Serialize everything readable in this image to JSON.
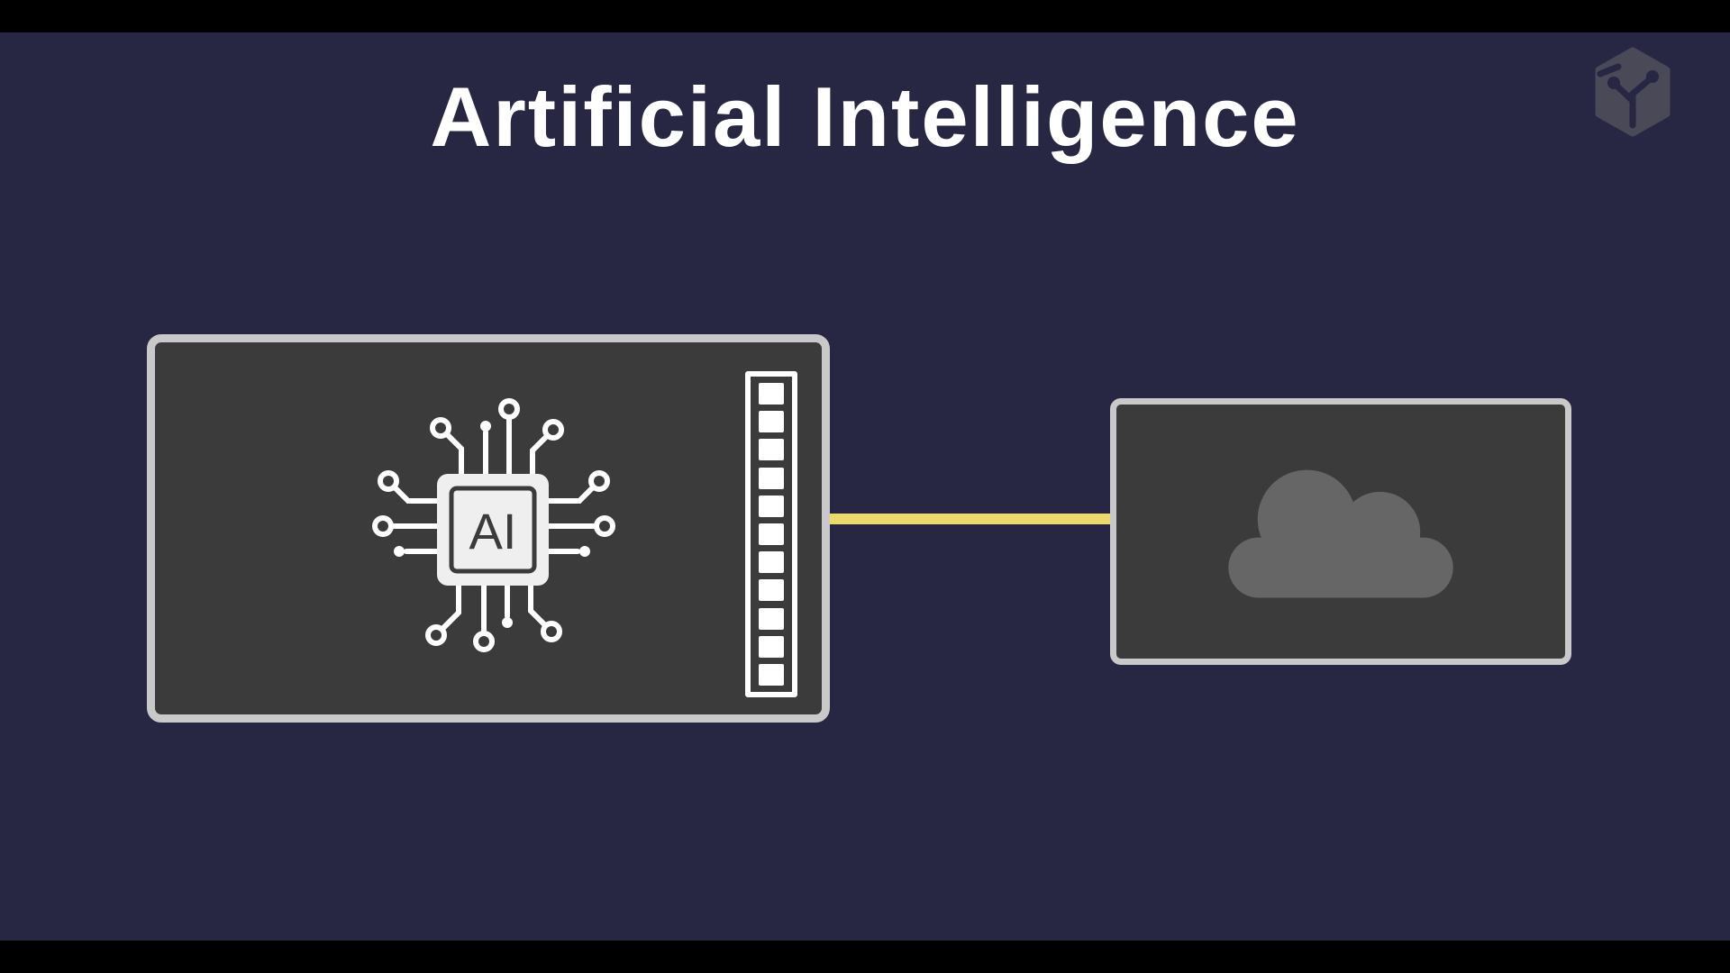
{
  "title": "Artificial Intelligence",
  "diagram": {
    "chip_label": "AI",
    "connector_segments": 11,
    "colors": {
      "background": "#272643",
      "letterbox": "#000000",
      "panel_fill": "#3b3b3b",
      "panel_border": "#c9c9c9",
      "link": "#ecd96b",
      "cloud": "#666666",
      "chip_trace": "#ffffff",
      "chip_body": "#efefef",
      "chip_text": "#3b3b3b",
      "logo": "#4c4c59",
      "title_text": "#ffffff"
    },
    "icons": {
      "brand": "hexagon-circuit-logo",
      "left_panel": "ai-chip",
      "right_panel": "cloud",
      "port": "pin-header-strip"
    }
  }
}
